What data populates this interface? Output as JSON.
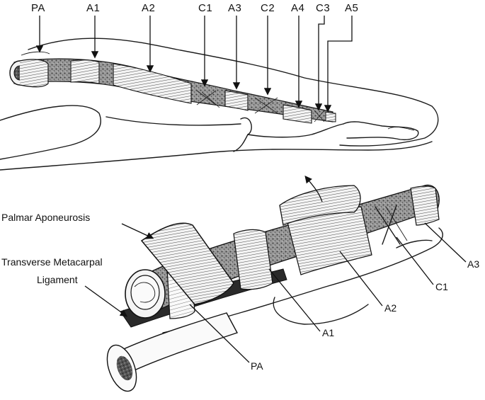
{
  "top_labels": [
    "PA",
    "A1",
    "A2",
    "C1",
    "A3",
    "C2",
    "A4",
    "C3",
    "A5"
  ],
  "bottom_labels": {
    "palmar_aponeurosis": "Palmar Aponeurosis",
    "transverse_metacarpal_line1": "Transverse Metacarpal",
    "transverse_metacarpal_line2": "Ligament",
    "a3": "A3",
    "c1": "C1",
    "a2": "A2",
    "a1": "A1",
    "pa": "PA"
  }
}
